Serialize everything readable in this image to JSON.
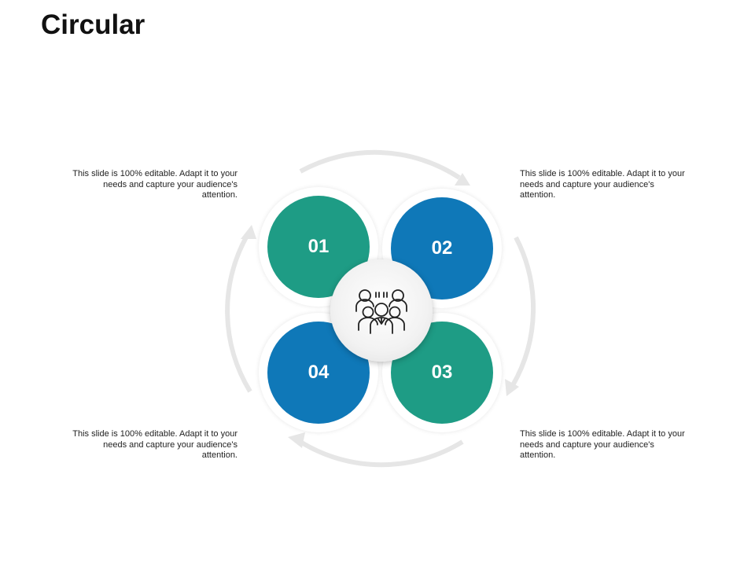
{
  "title": "Circular",
  "colors": {
    "teal": "#1e9c85",
    "blue": "#0f78b8",
    "arrow": "#e6e6e6"
  },
  "items": [
    {
      "number": "01",
      "text": "This slide is 100% editable. Adapt it to your needs and capture your audience's attention."
    },
    {
      "number": "02",
      "text": "This slide is 100% editable. Adapt it to your needs and capture your audience's attention."
    },
    {
      "number": "03",
      "text": "This slide is 100% editable. Adapt it to your needs and capture your audience's attention."
    },
    {
      "number": "04",
      "text": "This slide is 100% editable. Adapt it to your needs and capture your audience's attention."
    }
  ],
  "hub_icon": "team-icon"
}
